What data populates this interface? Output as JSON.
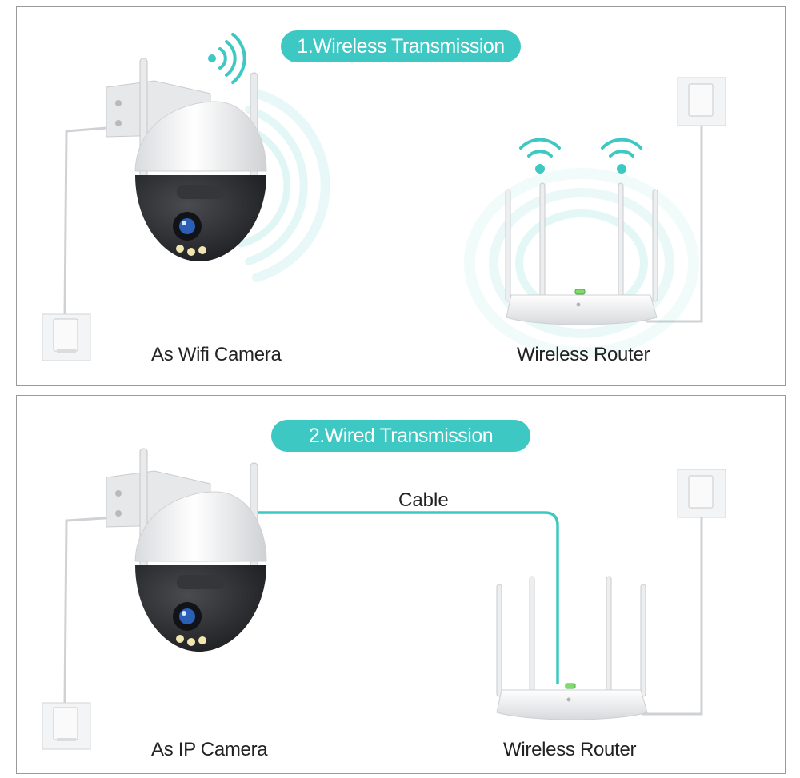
{
  "section1": {
    "title": "1.Wireless Transmission",
    "camera_label": "As Wifi Camera",
    "router_label": "Wireless Router"
  },
  "section2": {
    "title": "2.Wired Transmission",
    "camera_label": "As IP Camera",
    "router_label": "Wireless Router",
    "cable_label": "Cable"
  },
  "colors": {
    "accent": "#3ec8c3",
    "camera_dome": "#2a2b2e",
    "device_white": "#f1f2f4",
    "frame": "#9a9a9a"
  }
}
